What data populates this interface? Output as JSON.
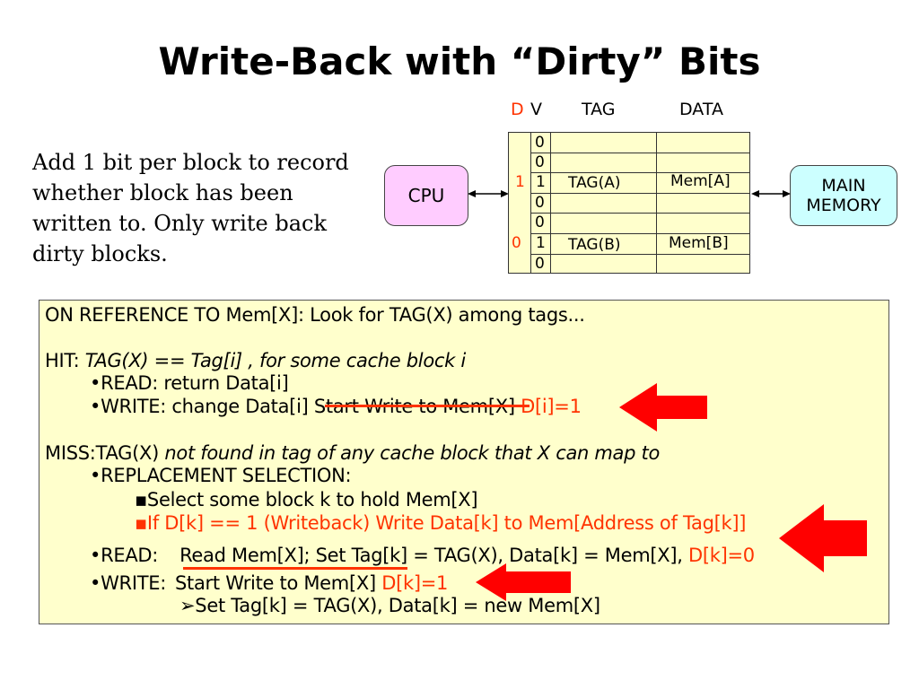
{
  "title": "Write-Back with “Dirty” Bits",
  "intro": "Add 1 bit per block to record whether block has been written to. Only write back dirty blocks.",
  "headers": {
    "d": "D",
    "v": "V",
    "tag": "TAG",
    "data": "DATA"
  },
  "cpu_label": "CPU",
  "memory_label": {
    "line1": "MAIN",
    "line2": "MEMORY"
  },
  "cache_rows": [
    {
      "d": "",
      "v": "0",
      "tag": "",
      "data": ""
    },
    {
      "d": "",
      "v": "0",
      "tag": "",
      "data": ""
    },
    {
      "d": "1",
      "v": "1",
      "tag": "TAG(A)",
      "data": "Mem[A]"
    },
    {
      "d": "",
      "v": "0",
      "tag": "",
      "data": ""
    },
    {
      "d": "",
      "v": "0",
      "tag": "",
      "data": ""
    },
    {
      "d": "0",
      "v": "1",
      "tag": "TAG(B)",
      "data": "Mem[B]"
    },
    {
      "d": "",
      "v": "0",
      "tag": "",
      "data": ""
    }
  ],
  "code": {
    "ref_line": "ON REFERENCE TO Mem[X]: Look for TAG(X) among tags...",
    "hit_label": "HIT:",
    "hit_cond": "TAG(X) == Tag[i] , for some cache block i",
    "hit_read": "•READ:   return Data[i]",
    "hit_write_pre": "•WRITE:  change Data[i] ",
    "hit_write_struck": "Start Write to Mem[X]",
    "hit_write_dirty": "D[i]=1",
    "miss_label": "MISS:",
    "miss_tag": "TAG(X)",
    "miss_cond": " not found in tag of any cache block that X can map to",
    "repl": "•REPLACEMENT SELECTION:",
    "repl_select": "▪Select some block k to hold Mem[X]",
    "repl_writeback": "▪If D[k] == 1 (Writeback) Write Data[k] to Mem[Address of Tag[k]]",
    "miss_read_label": "•READ:",
    "miss_read_underlined": "Read Mem[X]; Set Tag[k]",
    "miss_read_rest": " = TAG(X), Data[k] = Mem[X], ",
    "miss_read_dirty": "D[k]=0",
    "miss_write_label": "•WRITE:",
    "miss_write_text": "Start Write to Mem[X] ",
    "miss_write_dirty": "D[k]=1",
    "miss_write_sub": "➢Set Tag[k] = TAG(X), Data[k] = new Mem[X]"
  },
  "colors": {
    "highlight": "#ff3300",
    "cpu_fill": "#ffccff",
    "memory_fill": "#ccffff",
    "cache_fill": "#ffffcc",
    "arrow": "#ff0000"
  }
}
